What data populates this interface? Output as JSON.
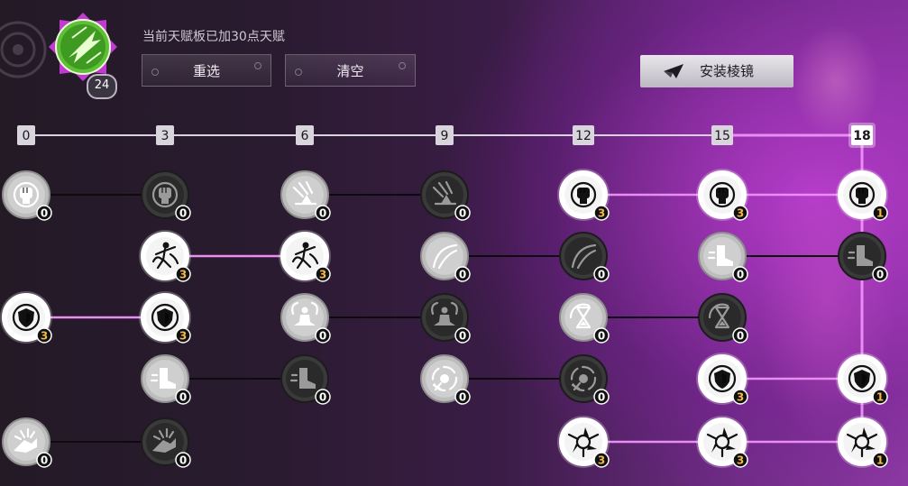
{
  "header": {
    "talent_level": "24",
    "board_status": "当前天赋板已加30点天赋",
    "reselect_label": "重选",
    "clear_label": "清空",
    "install_label": "安装棱镜"
  },
  "tiers": [
    "0",
    "3",
    "6",
    "9",
    "12",
    "15",
    "18"
  ],
  "tier_reached": 6,
  "colors": {
    "accent": "#e98cf4",
    "node_active": "#ffffff",
    "node_unlocked": "#bdbdbd",
    "node_locked": "#3a3a3a",
    "count_gold": "#f2b84b"
  },
  "rows": [
    {
      "row": 0,
      "nodes": [
        {
          "col": 0,
          "icon": "fist-icon",
          "state": "unlocked",
          "count": "0"
        },
        {
          "col": 1,
          "icon": "fist-icon",
          "state": "locked",
          "count": "0"
        },
        {
          "col": 2,
          "icon": "claw-burst-icon",
          "state": "unlocked",
          "count": "0"
        },
        {
          "col": 3,
          "icon": "claw-burst-icon",
          "state": "locked",
          "count": "0"
        },
        {
          "col": 4,
          "icon": "fist-icon",
          "state": "active",
          "count": "3"
        },
        {
          "col": 5,
          "icon": "fist-icon",
          "state": "active",
          "count": "3"
        },
        {
          "col": 6,
          "icon": "fist-icon",
          "state": "active",
          "count": "1"
        }
      ]
    },
    {
      "row": 1,
      "nodes": [
        {
          "col": 1,
          "icon": "dancer-icon",
          "state": "active",
          "count": "3"
        },
        {
          "col": 2,
          "icon": "dancer-icon",
          "state": "active",
          "count": "3"
        },
        {
          "col": 3,
          "icon": "slash-icon",
          "state": "unlocked",
          "count": "0"
        },
        {
          "col": 4,
          "icon": "slash-icon",
          "state": "locked",
          "count": "0"
        },
        {
          "col": 5,
          "icon": "boot-icon",
          "state": "unlocked",
          "count": "0"
        },
        {
          "col": 6,
          "icon": "boot-icon",
          "state": "locked",
          "count": "0"
        }
      ]
    },
    {
      "row": 2,
      "nodes": [
        {
          "col": 0,
          "icon": "shield-icon",
          "state": "active",
          "count": "3"
        },
        {
          "col": 1,
          "icon": "shield-icon",
          "state": "active",
          "count": "3"
        },
        {
          "col": 2,
          "icon": "meditate-icon",
          "state": "unlocked",
          "count": "0"
        },
        {
          "col": 3,
          "icon": "meditate-icon",
          "state": "locked",
          "count": "0"
        },
        {
          "col": 4,
          "icon": "hourglass-icon",
          "state": "unlocked",
          "count": "0"
        },
        {
          "col": 5,
          "icon": "hourglass-icon",
          "state": "locked",
          "count": "0"
        }
      ]
    },
    {
      "row": 3,
      "nodes": [
        {
          "col": 1,
          "icon": "boot-icon",
          "state": "unlocked",
          "count": "0"
        },
        {
          "col": 2,
          "icon": "boot-icon",
          "state": "locked",
          "count": "0"
        },
        {
          "col": 3,
          "icon": "frost-cycle-icon",
          "state": "unlocked",
          "count": "0"
        },
        {
          "col": 4,
          "icon": "frost-cycle-icon",
          "state": "locked",
          "count": "0"
        },
        {
          "col": 5,
          "icon": "shield-icon",
          "state": "active",
          "count": "3"
        },
        {
          "col": 6,
          "icon": "shield-icon",
          "state": "active",
          "count": "1"
        }
      ]
    },
    {
      "row": 4,
      "nodes": [
        {
          "col": 0,
          "icon": "impact-arm-icon",
          "state": "unlocked",
          "count": "0"
        },
        {
          "col": 1,
          "icon": "impact-arm-icon",
          "state": "locked",
          "count": "0"
        },
        {
          "col": 4,
          "icon": "tri-blade-icon",
          "state": "active",
          "count": "3"
        },
        {
          "col": 5,
          "icon": "tri-blade-icon",
          "state": "active",
          "count": "3"
        },
        {
          "col": 6,
          "icon": "tri-blade-icon",
          "state": "active",
          "count": "1"
        }
      ]
    }
  ],
  "links": [
    {
      "row": 0,
      "from": 0,
      "to": 1,
      "lit": false
    },
    {
      "row": 0,
      "from": 2,
      "to": 3,
      "lit": false
    },
    {
      "row": 0,
      "from": 4,
      "to": 5,
      "lit": true
    },
    {
      "row": 0,
      "from": 5,
      "to": 6,
      "lit": true
    },
    {
      "row": 1,
      "from": 1,
      "to": 2,
      "lit": true
    },
    {
      "row": 1,
      "from": 3,
      "to": 4,
      "lit": false
    },
    {
      "row": 1,
      "from": 5,
      "to": 6,
      "lit": false
    },
    {
      "row": 2,
      "from": 0,
      "to": 1,
      "lit": true
    },
    {
      "row": 2,
      "from": 2,
      "to": 3,
      "lit": false
    },
    {
      "row": 2,
      "from": 4,
      "to": 5,
      "lit": false
    },
    {
      "row": 3,
      "from": 1,
      "to": 2,
      "lit": false
    },
    {
      "row": 3,
      "from": 3,
      "to": 4,
      "lit": false
    },
    {
      "row": 3,
      "from": 5,
      "to": 6,
      "lit": true
    },
    {
      "row": 4,
      "from": 0,
      "to": 1,
      "lit": false
    },
    {
      "row": 4,
      "from": 4,
      "to": 5,
      "lit": true
    },
    {
      "row": 4,
      "from": 5,
      "to": 6,
      "lit": true
    }
  ]
}
